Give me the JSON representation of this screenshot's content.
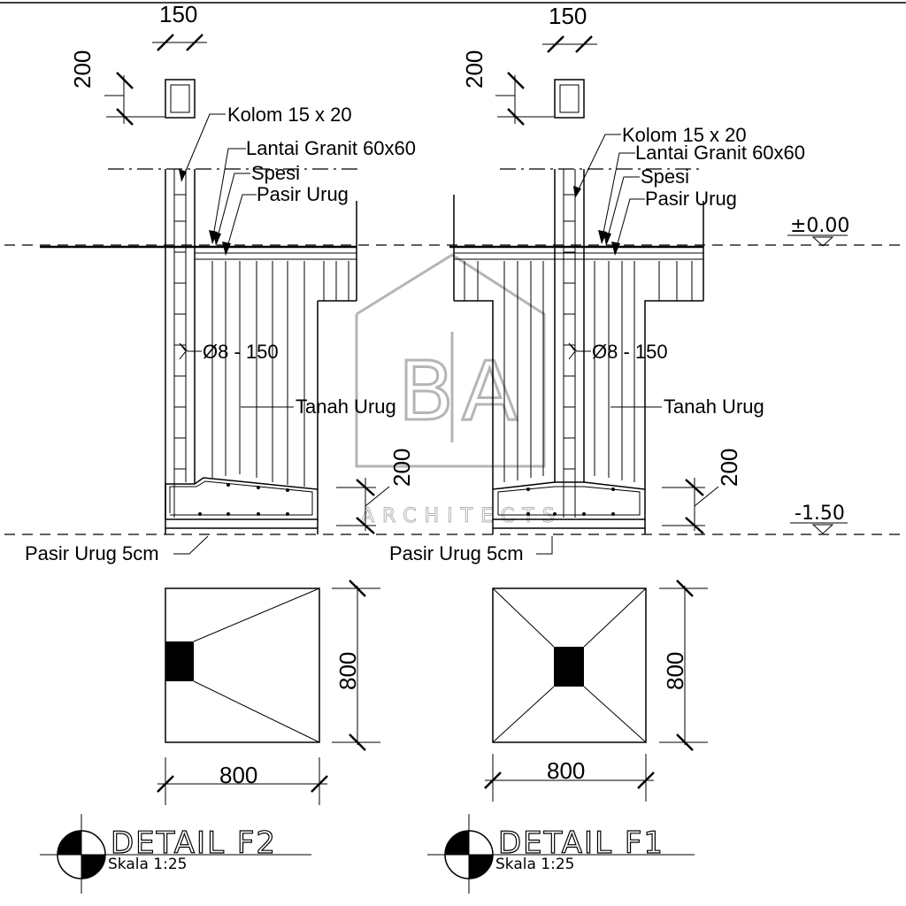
{
  "details": [
    {
      "id": "f2",
      "title": "DETAIL F2",
      "scale": "Skala 1:25",
      "column_width_dim": "150",
      "column_depth_dim": "200",
      "labels": {
        "column": "Kolom 15 x 20",
        "floor": "Lantai Granit 60x60",
        "mortar": "Spesi",
        "sand_fill": "Pasir Urug",
        "rebar": "Ø8 - 150",
        "soil_fill": "Tanah Urug",
        "base_sand": "Pasir Urug 5cm"
      },
      "footing_thickness_dim": "200",
      "plan_width_dim": "800",
      "plan_height_dim": "800"
    },
    {
      "id": "f1",
      "title": "DETAIL F1",
      "scale": "Skala 1:25",
      "column_width_dim": "150",
      "column_depth_dim": "200",
      "labels": {
        "column": "Kolom 15 x 20",
        "floor": "Lantai Granit 60x60",
        "mortar": "Spesi",
        "sand_fill": "Pasir Urug",
        "rebar": "Ø8 - 150",
        "soil_fill": "Tanah Urug",
        "base_sand": "Pasir Urug 5cm"
      },
      "footing_thickness_dim": "200",
      "plan_width_dim": "800",
      "plan_height_dim": "800"
    }
  ],
  "levels": {
    "top": "±0.00",
    "bottom": "-1.50"
  },
  "watermark": {
    "letters_left": "B",
    "letters_right": "A",
    "caption": "ARCHITECTS"
  }
}
